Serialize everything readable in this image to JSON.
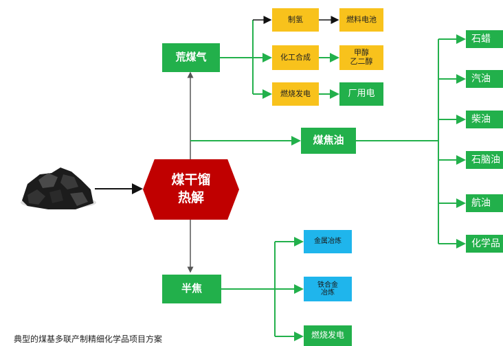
{
  "center": "煤干馏\n热解",
  "crude_gas": "荒煤气",
  "gas_uses": [
    "制氢",
    "化工合成",
    "燃烧发电"
  ],
  "gas_products": [
    "燃料电池",
    "甲醇\n乙二醇",
    "厂用电"
  ],
  "tar": "煤焦油",
  "tar_products": [
    "石蜡",
    "汽油",
    "柴油",
    "石脑油",
    "航油",
    "化学品"
  ],
  "semi_coke": "半焦",
  "coke_uses": [
    "金属冶炼",
    "铁合金\n冶炼",
    "燃烧发电"
  ],
  "caption": "典型的煤基多联产制精细化学品项目方案",
  "colors": {
    "green": "#22b04b",
    "yellow": "#f8c21c",
    "blue": "#1fb5ec",
    "red": "#c00000"
  },
  "icons": [
    "coal-icon"
  ]
}
